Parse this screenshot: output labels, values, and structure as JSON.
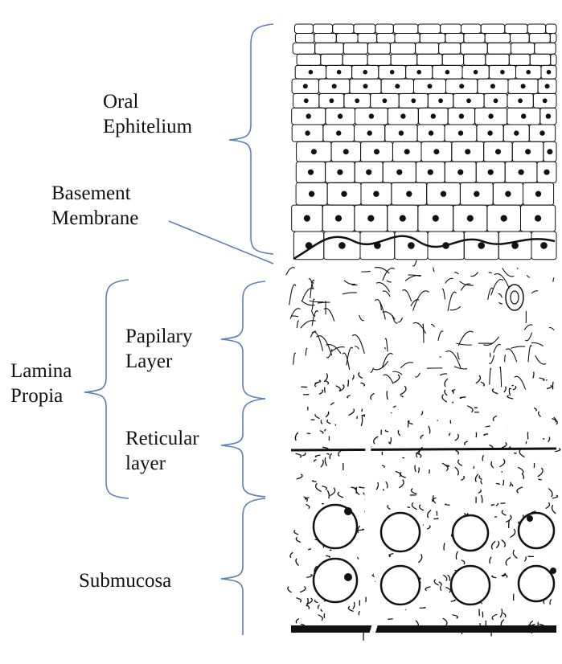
{
  "labels": {
    "oral_epithelium": [
      "Oral",
      "Ephitelium"
    ],
    "basement_membrane": [
      "Basement",
      "Membrane"
    ],
    "lamina_propria": [
      "Lamina",
      "Propia"
    ],
    "papillary_layer": [
      "Papilary",
      "Layer"
    ],
    "reticular_layer": [
      "Reticular",
      "layer"
    ],
    "submucosa": "Submucosa"
  },
  "colors": {
    "bracket": "#5b7fb8",
    "ink": "#111111",
    "background": "#ffffff"
  }
}
